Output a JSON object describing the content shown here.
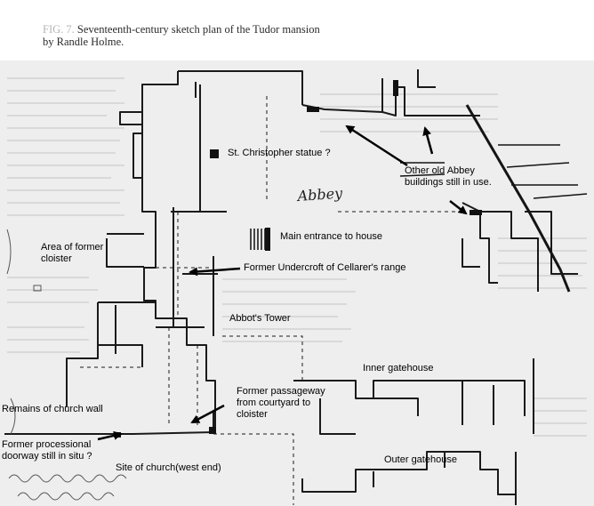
{
  "caption": {
    "figure_number": "FIG. 7.",
    "text": "Seventeenth-century sketch plan of the Tudor mansion by Randle Holme."
  },
  "labels": {
    "st_christopher": "St. Christopher statue ?",
    "other_abbey": "Other old Abbey buildings still in use.",
    "main_entrance": "Main entrance to house",
    "former_cloister": "Area of former cloister",
    "undercroft": "Former Undercroft of Cellarer's range",
    "abbots_tower": "Abbot's Tower",
    "inner_gatehouse": "Inner gatehouse",
    "former_passageway": "Former passageway from courtyard to cloister",
    "church_wall": "Remains of church wall",
    "processional_doorway": "Former processional doorway still in situ ?",
    "church_site": "Site of church(west end)",
    "outer_gatehouse": "Outer gatehouse"
  },
  "sketch_annotation": "Abbey",
  "colors": {
    "ink": "#1a1a1a",
    "paper": "#eeeeee",
    "annotation_arrow": "#000000"
  }
}
